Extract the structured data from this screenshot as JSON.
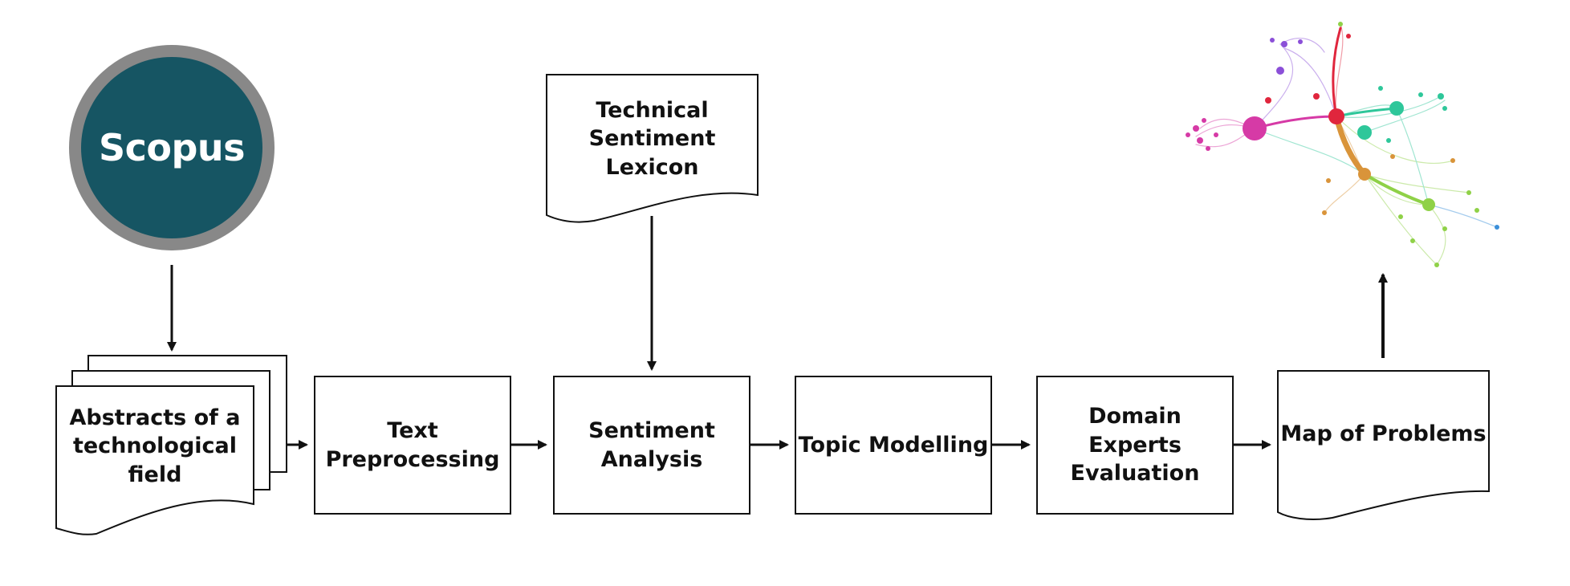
{
  "diagram": {
    "source": {
      "label": "Scopus"
    },
    "lexicon": {
      "label": "Technical\nSentiment\nLexicon"
    },
    "steps": [
      {
        "id": "abstracts",
        "label": "Abstracts of a\ntechnological\nfield"
      },
      {
        "id": "preprocessing",
        "label": "Text\nPreprocessing"
      },
      {
        "id": "sentiment",
        "label": "Sentiment\nAnalysis"
      },
      {
        "id": "topic",
        "label": "Topic Modelling"
      },
      {
        "id": "experts",
        "label": "Domain\nExperts\nEvaluation"
      },
      {
        "id": "map",
        "label": "Map of Problems"
      }
    ],
    "colors": {
      "scopus_fill": "#165563",
      "scopus_ring": "#888888",
      "stroke": "#111111",
      "network_pink": "#d63aa6",
      "network_purple": "#8b4fd8",
      "network_red": "#e0263d",
      "network_teal": "#2ec79a",
      "network_orange": "#d9943a",
      "network_green": "#8fd147",
      "network_blue": "#3a8fd9"
    },
    "network_icon": "network-graph-icon"
  }
}
